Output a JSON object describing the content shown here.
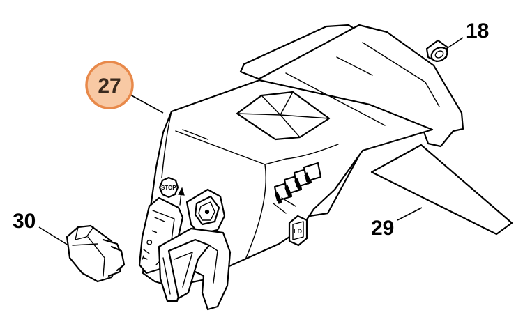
{
  "callouts": {
    "c27": {
      "label": "27",
      "highlighted": true
    },
    "c18": {
      "label": "18"
    },
    "c30": {
      "label": "30"
    },
    "c29": {
      "label": "29"
    }
  },
  "symbols": {
    "stop_label": "STOP",
    "switch_positions": [
      "I",
      "O",
      "T"
    ],
    "ld_label": "LD"
  },
  "colors": {
    "highlight_fill": "#f8c9a4",
    "highlight_stroke": "#e8894a",
    "line": "#000000"
  }
}
